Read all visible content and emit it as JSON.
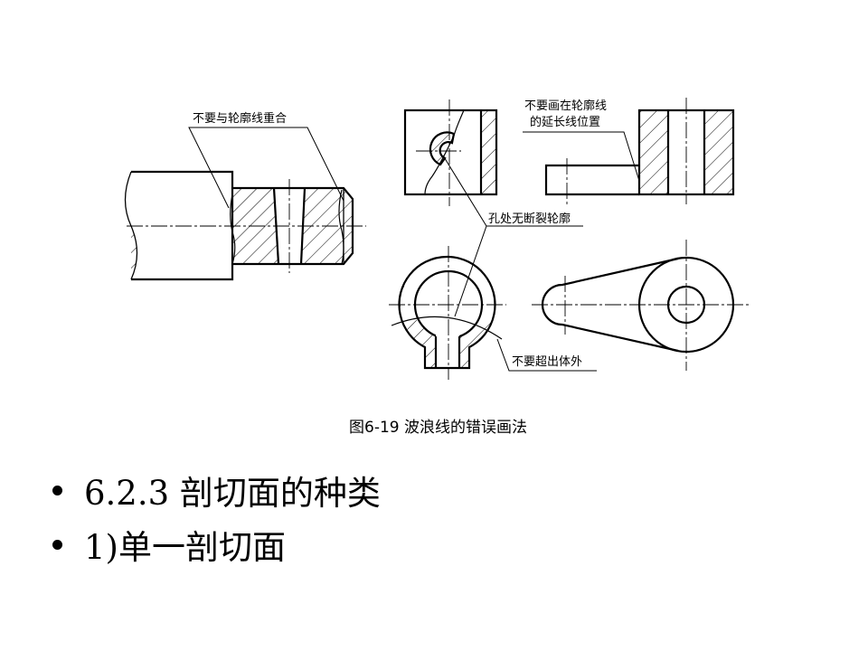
{
  "figure": {
    "labels": {
      "no_overlap": "不要与轮廓线重合",
      "not_extension_1": "不要画在轮廓线",
      "not_extension_2": "的延长线位置",
      "hole_no_break": "孔处无断裂轮廓",
      "not_outside": "不要超出体外"
    },
    "caption": "图6-19  波浪线的错误画法"
  },
  "bullets": [
    {
      "text": "6.2.3  剖切面的种类"
    },
    {
      "text": "1)单一剖切面"
    }
  ]
}
